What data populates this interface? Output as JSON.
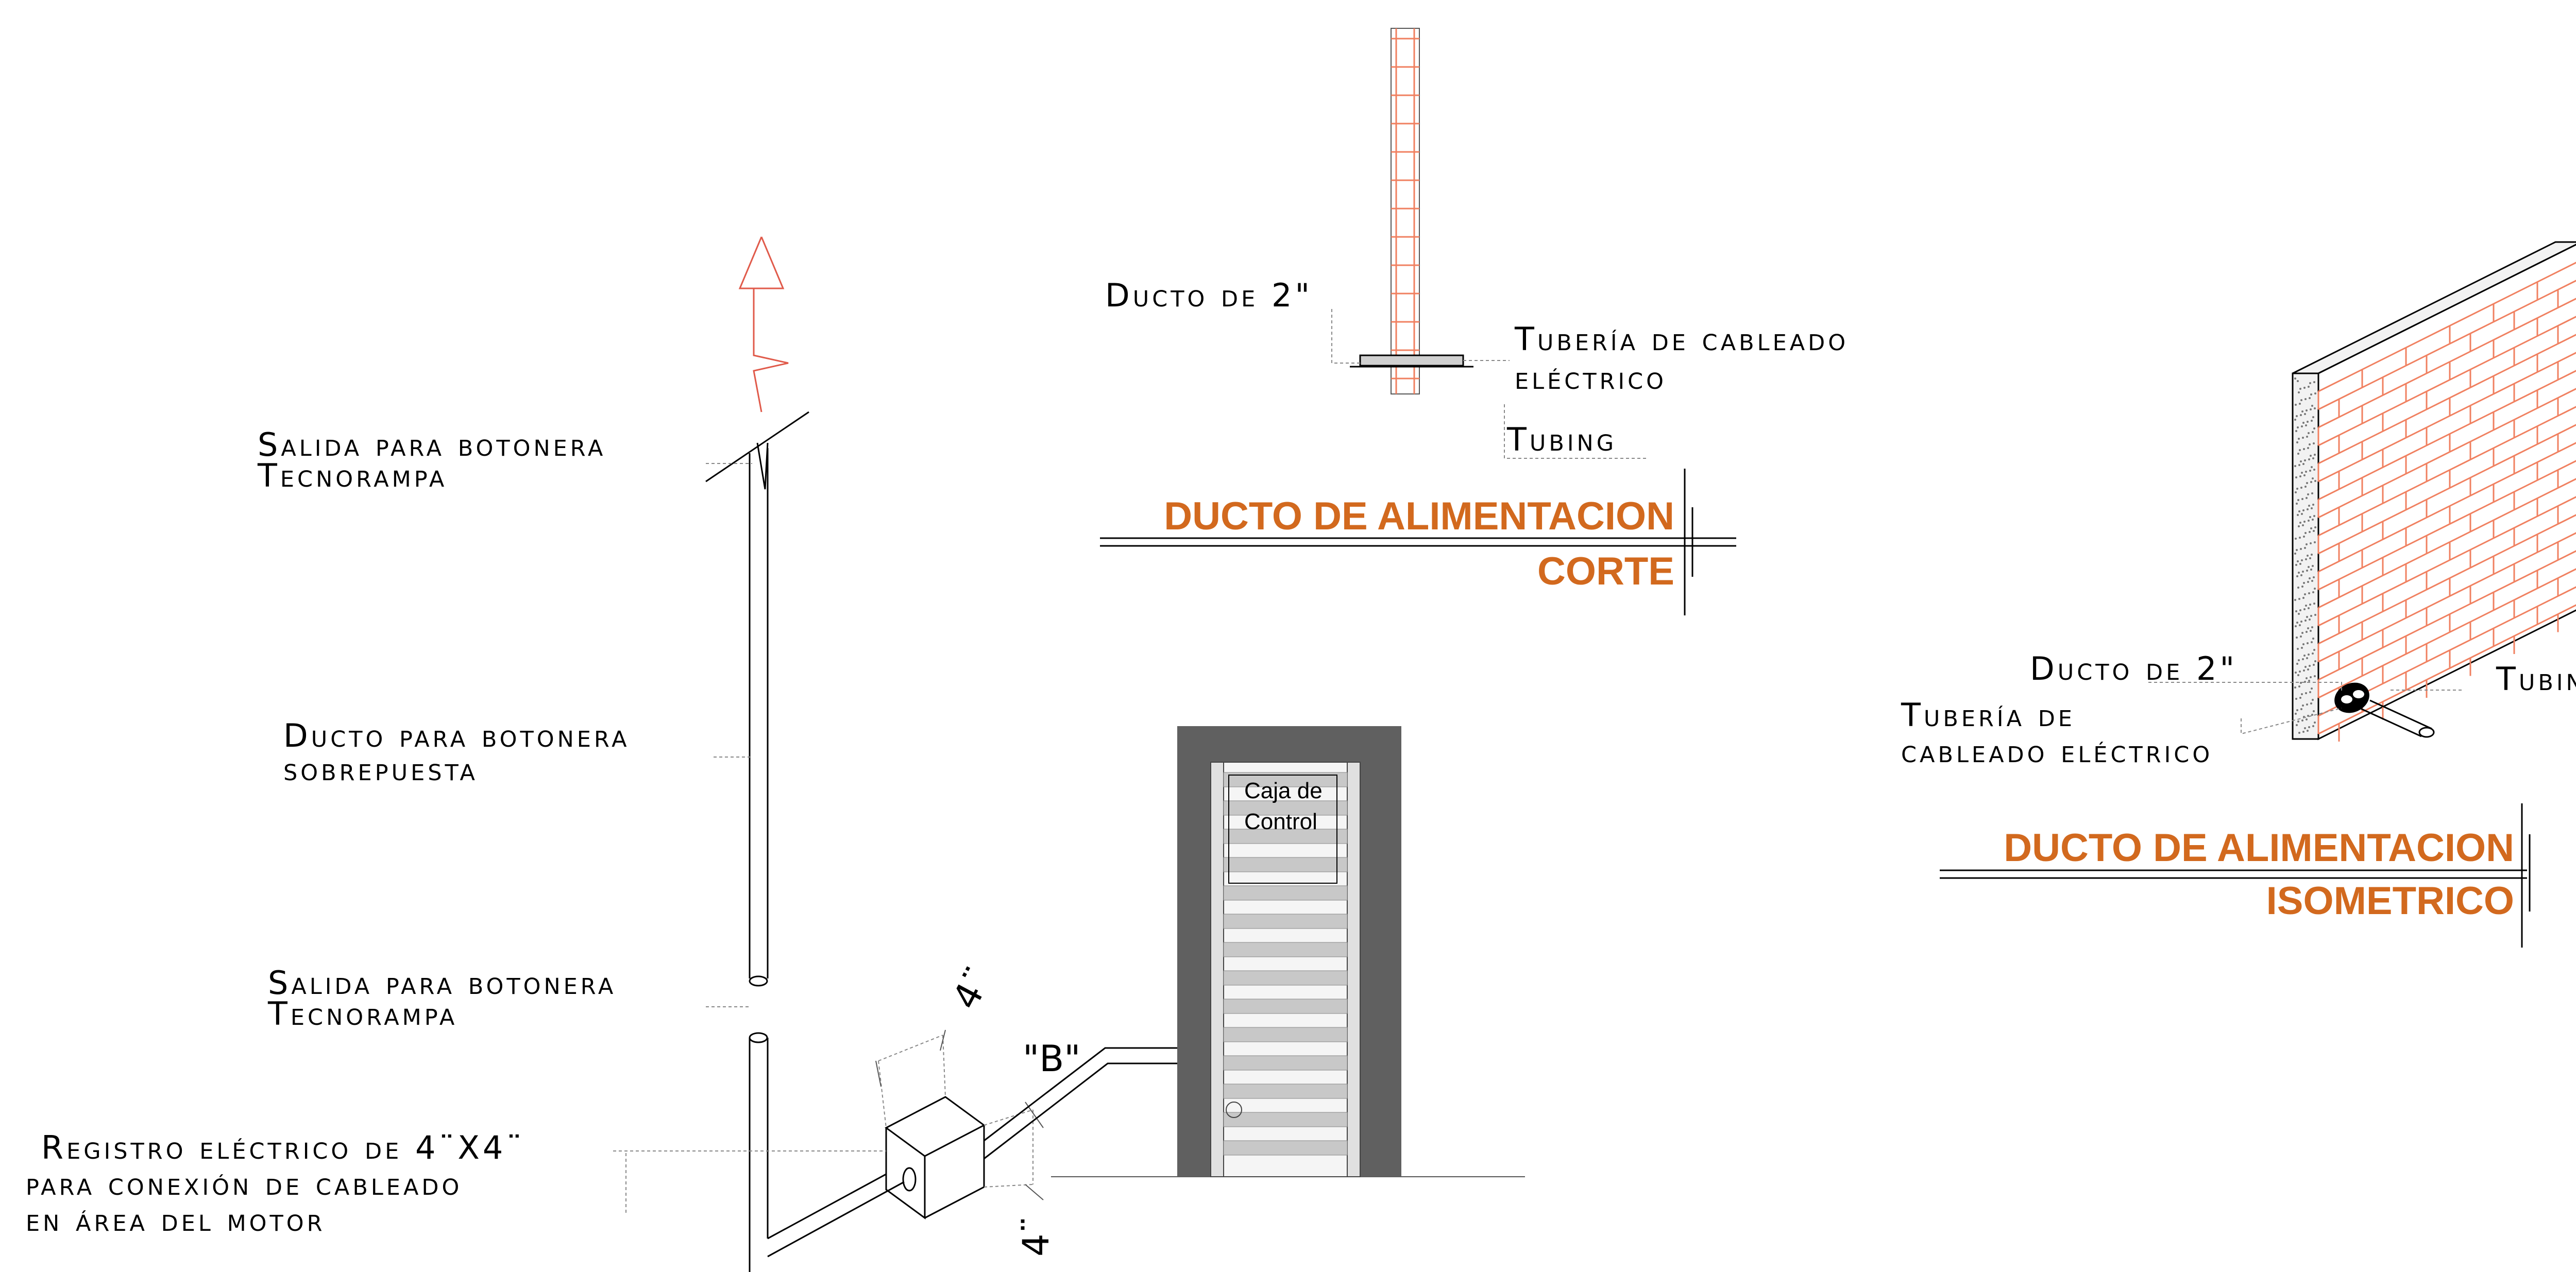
{
  "left_elevation": {
    "label_outlet_top": [
      "Salida para botonera",
      "Tecnorampa"
    ],
    "label_duct": [
      "Ducto para botonera",
      "sobrepuesta"
    ],
    "label_outlet_bottom": [
      "Salida para botonera",
      "Tecnorampa"
    ],
    "label_register": [
      "Registro eléctrico de 4¨X4¨",
      "para conexión de cableado",
      "en área del motor"
    ],
    "dim_top": "4¨",
    "dim_side": "4¨",
    "dim_b": "\"B\"",
    "control_box_label": [
      "Caja de",
      "Control"
    ]
  },
  "section": {
    "label_duct": "Ducto de 2\"",
    "label_pipe": [
      "Tubería de cableado",
      "eléctrico"
    ],
    "label_tubing": "Tubing",
    "title": [
      "DUCTO DE ALIMENTACION",
      "CORTE"
    ]
  },
  "isometric": {
    "label_duct": "Ducto de 2\"",
    "label_tubing": "Tubing",
    "label_pipe": [
      "Tubería de",
      "cableado eléctrico"
    ],
    "title": [
      "DUCTO DE ALIMENTACION",
      "ISOMETRICO"
    ]
  },
  "colors": {
    "title": "#d2691e",
    "brick": "#f08060",
    "wall_dark": "#606060"
  }
}
